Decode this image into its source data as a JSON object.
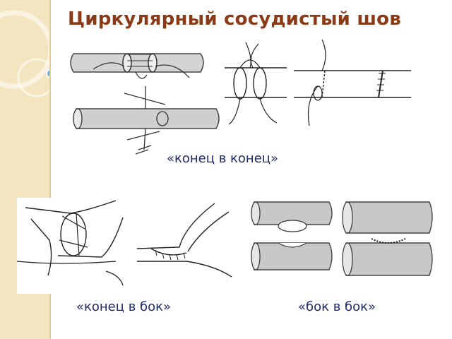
{
  "slide": {
    "title": "Циркулярный сосудистый шов",
    "captions": {
      "end_to_end": "«конец в конец»",
      "end_to_side": "«конец в бок»",
      "side_to_side": "«бок в бок»"
    }
  },
  "colors": {
    "title": "#8a3a16",
    "caption": "#1f2a6b",
    "sidebar": "#f3e5bf",
    "accent_bubble": "#5ab4e6"
  }
}
